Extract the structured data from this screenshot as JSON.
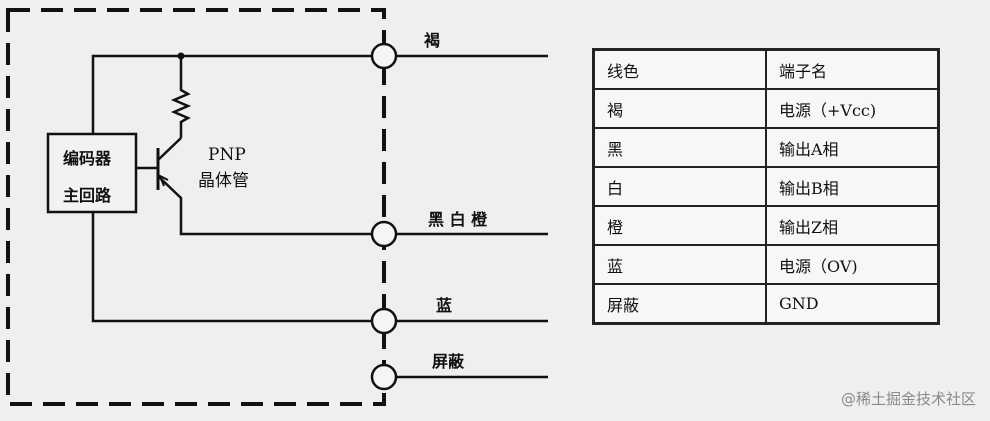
{
  "circuit": {
    "block_line1": "编码器",
    "block_line2": "主回路",
    "transistor_line1": "PNP",
    "transistor_line2": "晶体管",
    "terminals": [
      "褐",
      "黑 白 橙",
      "蓝",
      "屏蔽"
    ]
  },
  "table": {
    "headers": [
      "线色",
      "端子名"
    ],
    "rows": [
      [
        "褐",
        "电源（+Vcc)"
      ],
      [
        "黑",
        "输出A相"
      ],
      [
        "白",
        "输出B相"
      ],
      [
        "橙",
        "输出Z相"
      ],
      [
        "蓝",
        "电源（OV)"
      ],
      [
        "屏蔽",
        "GND"
      ]
    ]
  },
  "watermark": "@稀土掘金技术社区"
}
